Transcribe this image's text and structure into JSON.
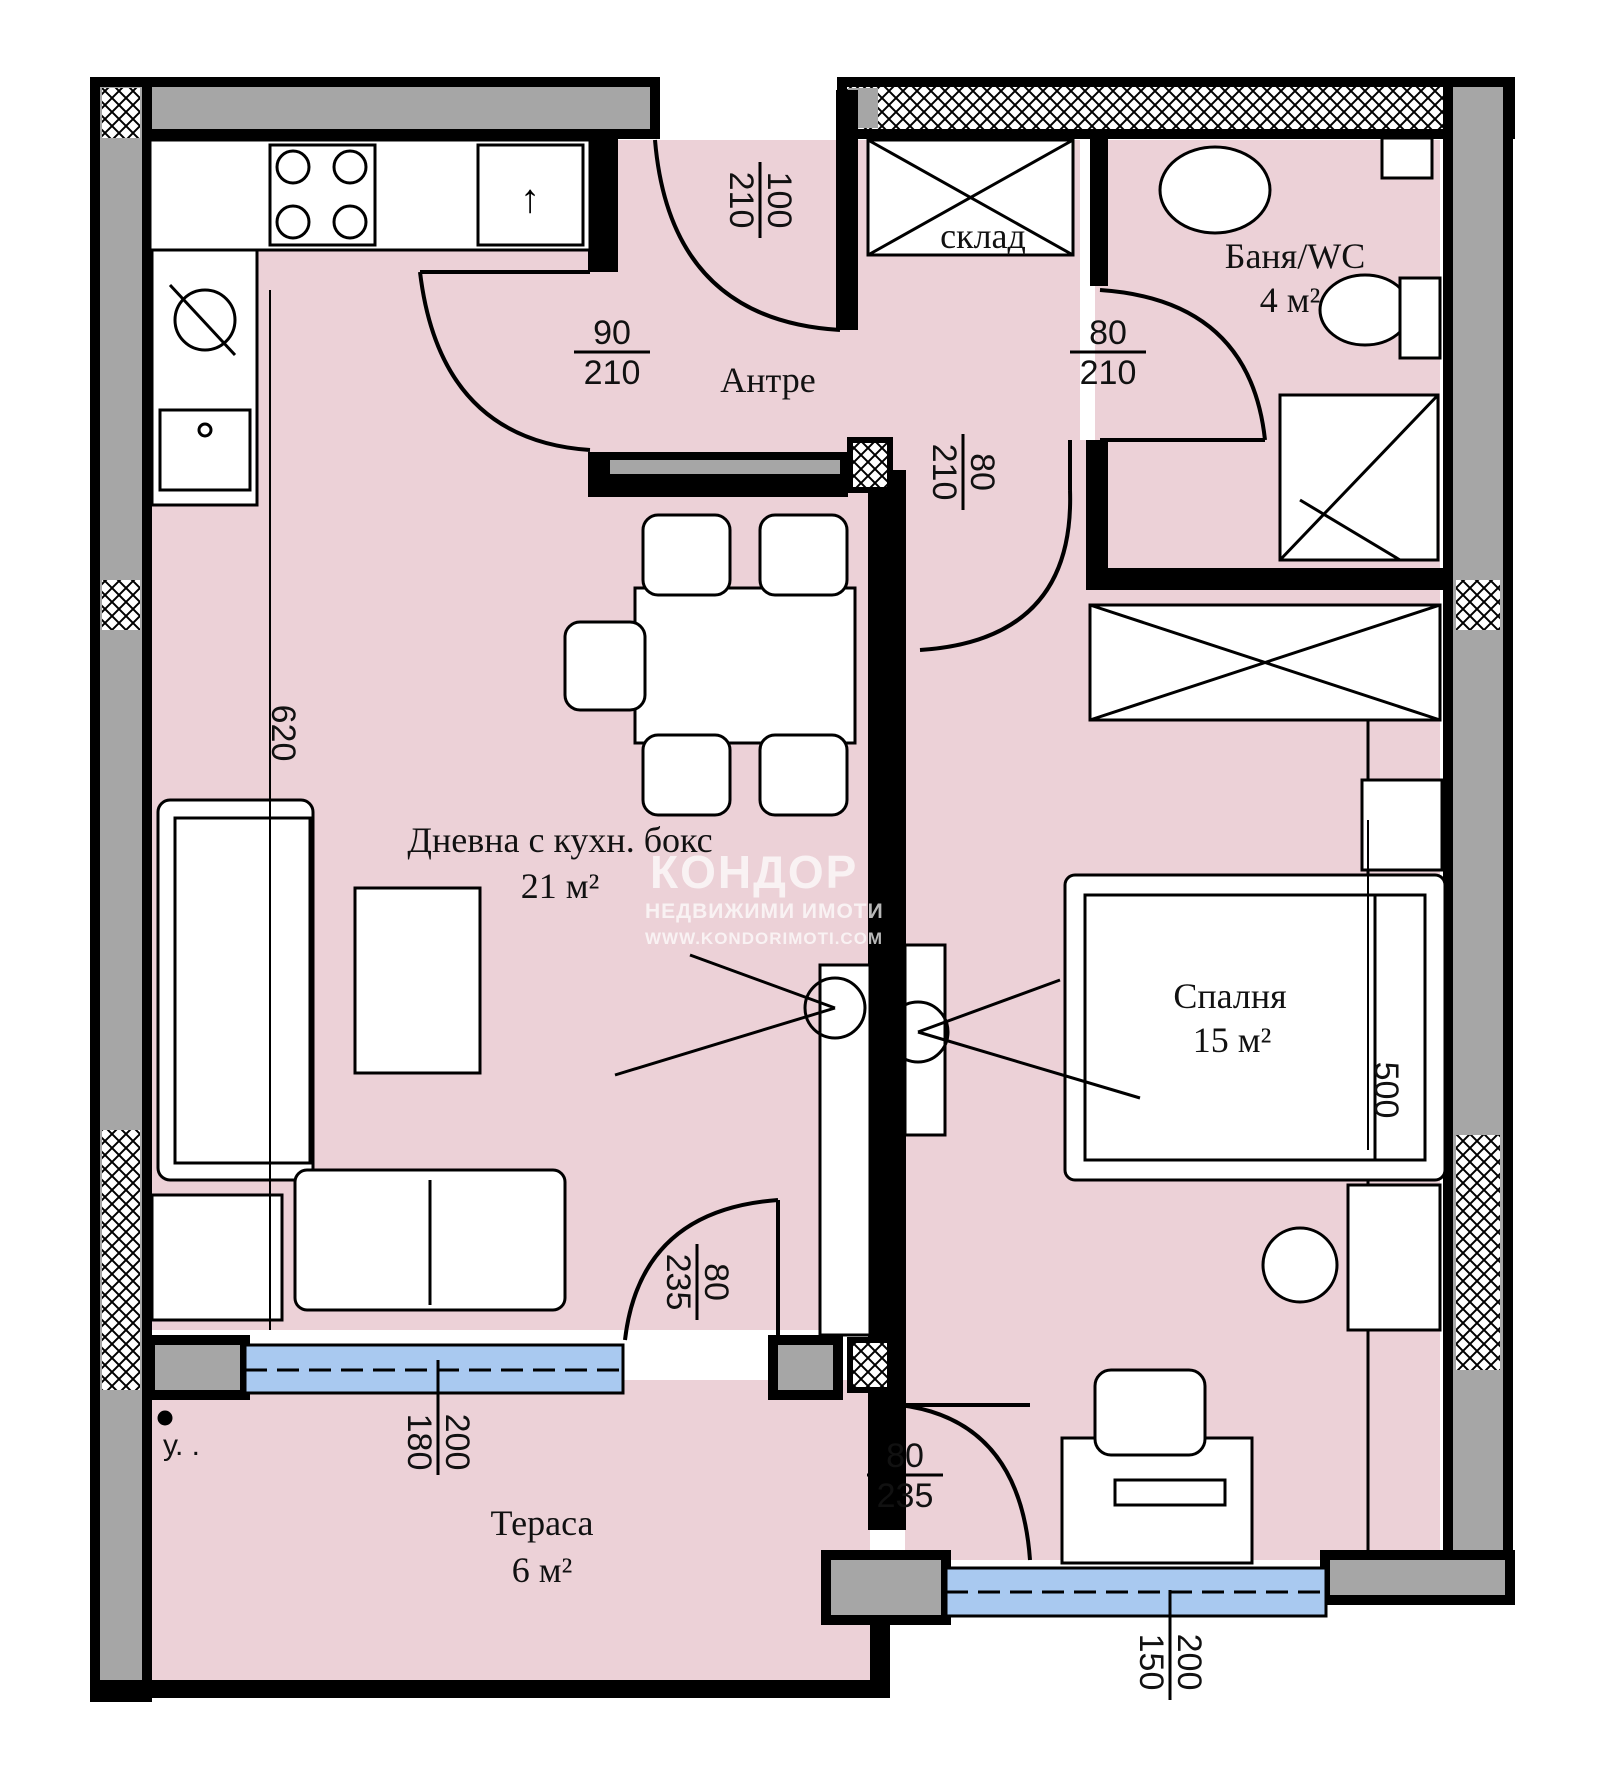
{
  "colors": {
    "floor": "#ecd1d7",
    "wall": "#000000",
    "wall_fill": "#a6a6a6",
    "glass": "#a9c9f0",
    "line": "#000000"
  },
  "rooms": {
    "living": {
      "name": "Дневна с кухн. бокс",
      "area": "21 м²"
    },
    "hall": {
      "name": "Антре"
    },
    "storage": {
      "name": "склад"
    },
    "bath": {
      "name": "Баня/WC",
      "area": "4 м²"
    },
    "bedroom": {
      "name": "Спалня",
      "area": "15 м²"
    },
    "terrace": {
      "name": "Тераса",
      "area": "6 м²"
    }
  },
  "dimensions": {
    "entry_door": {
      "w": "100",
      "h": "210"
    },
    "living_door": {
      "w": "90",
      "h": "210"
    },
    "bath_door": {
      "w": "80",
      "h": "210"
    },
    "bedroom_door": {
      "w": "80",
      "h": "210"
    },
    "terrace_door_living": {
      "w": "80",
      "h": "235"
    },
    "terrace_door_bedroom": {
      "w": "80",
      "h": "235"
    },
    "window_living": {
      "a": "200",
      "b": "180"
    },
    "window_bedroom": {
      "a": "200",
      "b": "150"
    },
    "living_length": "620",
    "bedroom_length": "500",
    "drain_label": "у.  ."
  },
  "watermark": {
    "brand": "КОНДОР",
    "sub": "НЕДВИЖИМИ ИМОТИ",
    "url": "WWW.KONDORIMOTI.COM"
  }
}
